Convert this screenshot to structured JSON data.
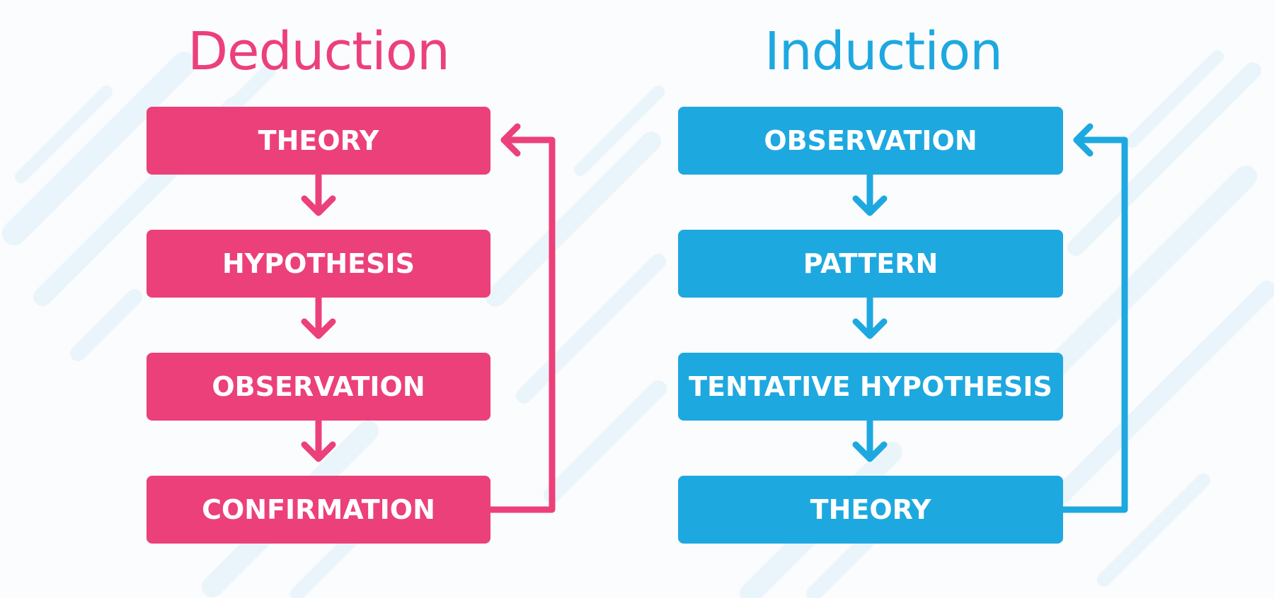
{
  "colors": {
    "deduction": "#ec407a",
    "induction": "#1ea8e0",
    "background": "#fbfcfd",
    "streaks": "#eaf4fb"
  },
  "deduction": {
    "title": "Deduction",
    "steps": [
      "THEORY",
      "HYPOTHESIS",
      "OBSERVATION",
      "CONFIRMATION"
    ]
  },
  "induction": {
    "title": "Induction",
    "steps": [
      "OBSERVATION",
      "PATTERN",
      "TENTATIVE HYPOTHESIS",
      "THEORY"
    ]
  }
}
